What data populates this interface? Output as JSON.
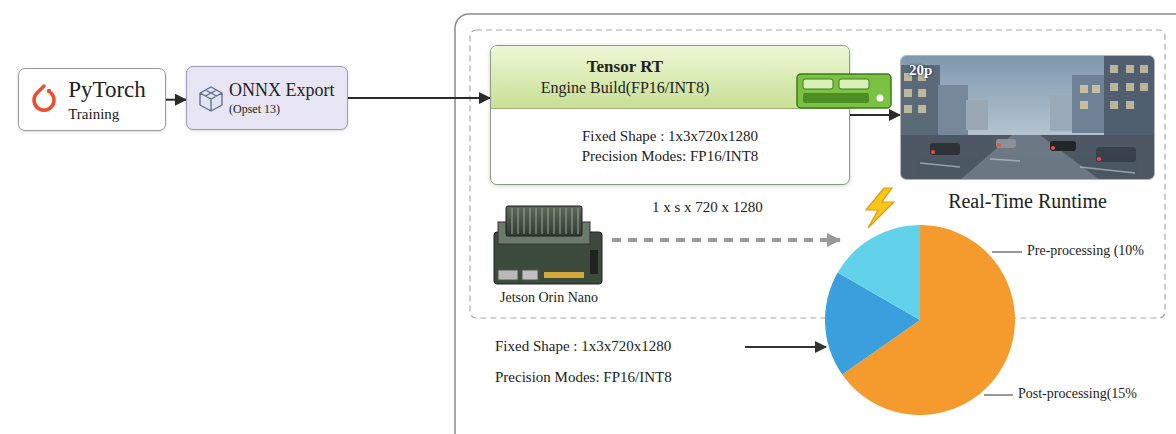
{
  "diagram": {
    "nodes": [
      {
        "text": [
          "PyTorch",
          "Training"
        ]
      },
      {
        "text": [
          "ONNX Export",
          "(Opset 13)"
        ]
      },
      {
        "text": [
          "Tensor RT",
          "Engine Build(FP16/INT8)",
          "Fixed Shape : 1x3x720x1280",
          "Precision Modes: FP16/INT8"
        ]
      },
      {
        "text": [
          "20p",
          "Real-Time Runtime"
        ]
      }
    ],
    "edges": [
      {
        "from": 0,
        "to": 1,
        "arrow": "to"
      },
      {
        "from": 1,
        "to": 2,
        "arrow": "to"
      },
      {
        "from": 2,
        "to": 3,
        "arrow": "to"
      }
    ],
    "labels": [
      "1 x s x 720 x 1280",
      "Jetson Orin Nano",
      "Pre-processing (10%",
      "Post-processing(15%",
      "Fixed Shape : 1x3x720x1280",
      "Precision Modes: FP16/INT8"
    ]
  }
}
